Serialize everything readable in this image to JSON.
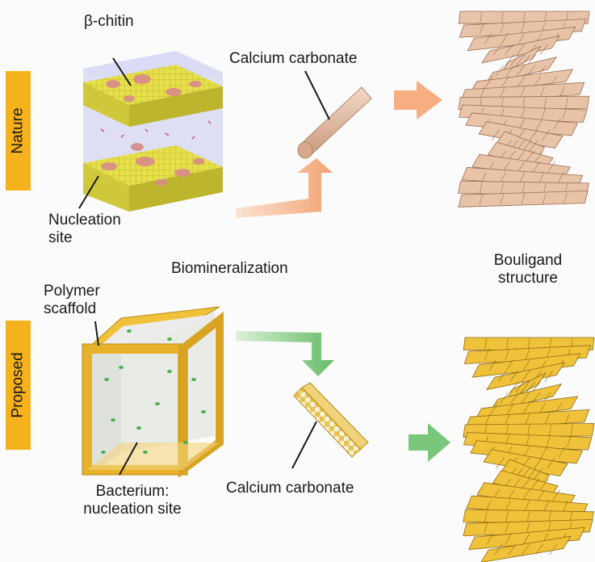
{
  "rows": {
    "nature": "Nature",
    "proposed": "Proposed"
  },
  "labels": {
    "beta_chitin": "β-chitin",
    "calcium_carbonate_top": "Calcium carbonate",
    "nucleation_site_line1": "Nucleation",
    "nucleation_site_line2": "site",
    "biomineralization": "Biomineralization",
    "bouligand_line1": "Bouligand",
    "bouligand_line2": "structure",
    "polymer_scaffold_line1": "Polymer",
    "polymer_scaffold_line2": "scaffold",
    "bacterium_line1": "Bacterium:",
    "bacterium_line2": "nucleation site",
    "calcium_carbonate_bottom": "Calcium carbonate"
  },
  "colors": {
    "row_tag": "#f6b21c",
    "chitin_layer": "#e6e04a",
    "nucleation_spot": "#d98a8a",
    "calcite_rod": "#e8c3a8",
    "arrow_nature": "#f4a06c",
    "scaffold_frame": "#f0c23a",
    "bacterium": "#4caf50",
    "arrow_proposed": "#6cc06c"
  },
  "icons": {
    "nature_arrow": "orange-arrow-icon",
    "proposed_arrow": "green-arrow-icon"
  }
}
